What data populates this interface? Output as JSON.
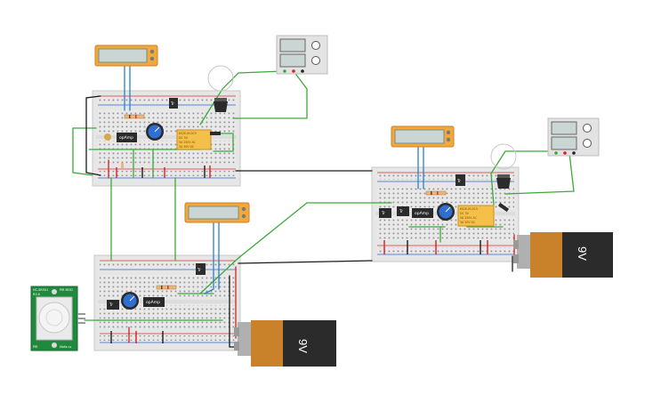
{
  "circuit": {
    "battery_label": "9V",
    "opamp_label": "opAmp",
    "transistor_label": "Tr",
    "relay_lines": [
      "KS2E-M-DC5",
      "DC 5V",
      "5A 250V AC",
      "3A 30V DC"
    ],
    "pir_top_left": "HC-SR501",
    "pir_top_right": "PIR MOD",
    "pir_sub_left": "R3.6",
    "pir_bottom_left": "PIR",
    "pir_bottom_right": "Mofa.co"
  }
}
